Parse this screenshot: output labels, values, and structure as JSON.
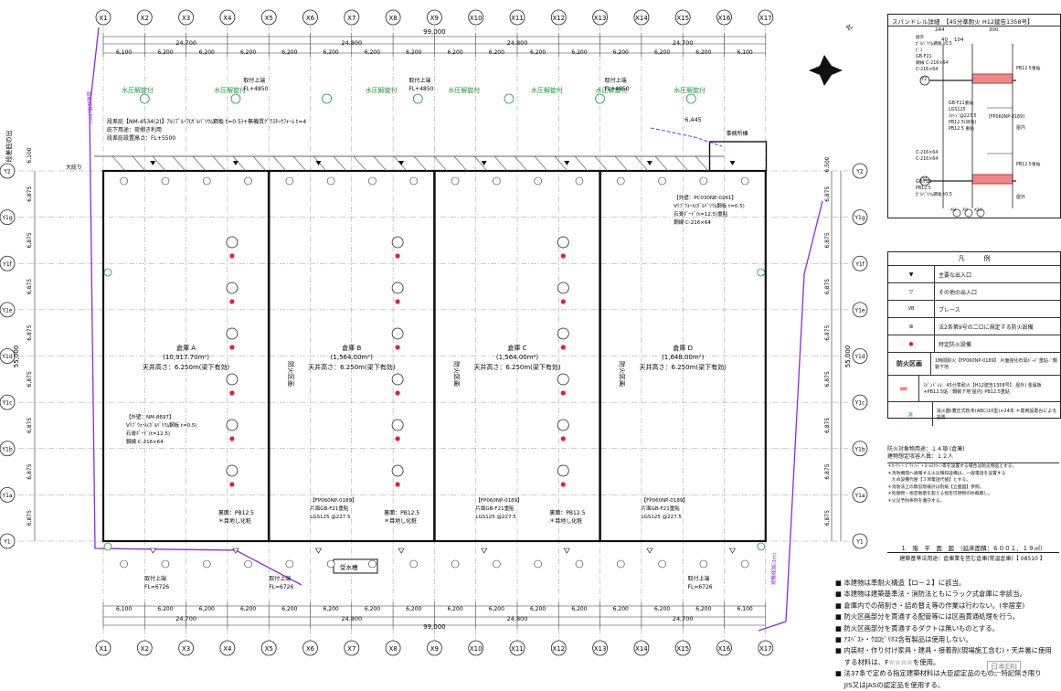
{
  "grid": {
    "x_labels": [
      "X1",
      "X2",
      "X3",
      "X4",
      "X5",
      "X6",
      "X7",
      "X8",
      "X9",
      "X10",
      "X11",
      "X12",
      "X13",
      "X14",
      "X15",
      "X16",
      "X17"
    ],
    "y_labels": [
      "Y2",
      "Y1g",
      "Y1f",
      "Y1e",
      "Y1d",
      "Y1c",
      "Y1b",
      "Y1a",
      "Y1"
    ]
  },
  "dims": {
    "total": "99,000",
    "bays": [
      "24,700",
      "24,800",
      "24,800",
      "24,700"
    ],
    "bays_bottom": [
      "24,700",
      "24,800",
      "24,800",
      "24,700"
    ],
    "spans": [
      "6,100",
      "6,200",
      "6,200",
      "6,200",
      "6,200",
      "6,200",
      "6,200",
      "6,200",
      "6,200",
      "6,200",
      "6,200",
      "6,200",
      "6,200",
      "6,200",
      "6,200",
      "6,100"
    ],
    "left_total": "55,000",
    "right_total": "55,000",
    "left_rows": [
      "6,875",
      "6,875",
      "6,875",
      "6,875",
      "6,875",
      "6,875",
      "6,875",
      "6,875"
    ],
    "top_left_6100": "6,100",
    "top_right_6500": "6,500"
  },
  "warehouses": [
    {
      "name": "倉庫 A",
      "area": "(10,917.70m²)",
      "ceiling": "天井高さ：6.250m(梁下有効)"
    },
    {
      "name": "倉庫 B",
      "area": "(1,564.00m²)",
      "ceiling": "天井高さ：6.250m(梁下有効)"
    },
    {
      "name": "倉庫 C",
      "area": "(1,564.00m²)",
      "ceiling": "天井高さ：6.250m(梁下有効)"
    },
    {
      "name": "倉庫 D",
      "area": "(1,648.00m²)",
      "ceiling": "天井高さ：6.250m(梁下有効)"
    }
  ],
  "fire_walls": [
    "防火区画",
    "防火区画",
    "防火区画"
  ],
  "hydrant_labels": [
    "水圧解錠付",
    "水圧解錠付",
    "水圧解錠付",
    "水圧解錠付",
    "水圧解錠付",
    "水圧解錠付",
    "水圧解錠付"
  ],
  "top_mount": [
    {
      "t": "取付上端",
      "v": "FL+4850"
    },
    {
      "t": "取付上端",
      "v": "FL+4850"
    },
    {
      "t": "取付上端",
      "v": "FL+4850"
    }
  ],
  "bottom_mount": [
    {
      "t": "取付上端",
      "v": "FL=6726"
    },
    {
      "t": "取付上端",
      "v": "FL=6726"
    },
    {
      "t": "取付上端",
      "v": "FL=6726"
    }
  ],
  "top_note": {
    "l1": "段差庇【NM-4534(2)】ｱﾙﾐﾌﾟﾙｰﾌ(ｶﾞﾙﾊﾞﾘｳﾑ鋼板 t=0.5)+無機質ｸﾞﾗｽﾁｯｸﾌｫｰﾑ t=4",
    "l2": "庇下用途：荷捌き利用",
    "l3": "段差庇設置高さ：FL+5500"
  },
  "side_labels": {
    "left_vert": "段差庇の出",
    "left_small": "大庇り",
    "near_top": "6,445",
    "office": "事務所棟"
  },
  "ext_wall_right": {
    "title": "【外壁：PC030NE-0261】",
    "l1": "Vﾘﾌﾞｳｫｰﾙ(ｶﾞﾙﾊﾞﾘｳﾑ鋼板 t=0.5)",
    "l2": "石膏ﾎﾞｰﾄﾞ(t=12.5)重貼",
    "l3": "鋼線 C-216×64"
  },
  "ext_wall_left": {
    "title": "【外壁：NM-8697】",
    "l1": "Vﾘﾌﾞｳｫｰﾙ(ｶﾞﾙﾊﾞﾘｳﾑ鋼板 t=0.5)",
    "l2": "石膏ﾎﾞｰﾄﾞ(t=12.5)",
    "l3": "鋼線 C-216×64"
  },
  "back_notes": [
    "裏面：PB12.5",
    "＊目地し化粧",
    "裏面：PB12.5",
    "＊目地し化粧",
    "裏面：PB12.5",
    "＊目地し化粧"
  ],
  "fp_notes": [
    {
      "a": "【FP060NP-0189】",
      "b": "片面GB-F21重貼",
      "c": "LGS125 @227.5"
    },
    {
      "a": "【FP060NP-0189】",
      "b": "片面GB-F21重貼",
      "c": "LGS125 @227.5"
    },
    {
      "a": "【FP060NP-0189】",
      "b": "片面GB-F21重貼",
      "c": "LGS125 @227.5"
    }
  ],
  "guard_room": "受水槽",
  "right_vert": "避難経路(3m)",
  "left_vert2": "避難経路(3m)",
  "spandrel": {
    "title": "スパンドレル詳細",
    "subtitle": "【45分準耐火 H12建告1358号】",
    "dims_top": [
      "244",
      "300"
    ],
    "dims_sub": [
      "40",
      "104"
    ],
    "labels1": [
      "屋外",
      "ｶﾞﾙﾊﾞﾘｳﾑ鋼板 t0.5",
      "ﾋﾞｽ",
      "GB-F21",
      "鋼線 C-216×64",
      "C-216×64"
    ],
    "labels2": [
      "PB12.5重貼",
      "GB-F21重貼",
      "LGS125",
      "ｽﾀｯﾄﾞ@227.5",
      "PB12.5(目地)",
      "PB12.5 重貼",
      "屋内"
    ],
    "red_label": "[FP060NP-0189]",
    "labels3": [
      "C-216×64",
      "C-216×64",
      "PB12.5重貼",
      "GB-F21",
      "PB12.5",
      "ｶﾞﾙﾊﾞﾘｳﾑ鋼板 t0.5",
      "屋外"
    ],
    "y2": "Y2",
    "y1": "Y1",
    "xs": [
      "X8",
      "X9",
      "X10"
    ]
  },
  "legend": {
    "title": "凡　　　例",
    "rows": [
      {
        "sym": "▼",
        "text": "主要な出入口"
      },
      {
        "sym": "▽",
        "text": "その他の出入口"
      },
      {
        "sym": "VB",
        "text": "ブレース"
      },
      {
        "sym": "⊛",
        "text": "法2条第9号の二ロに規定する防火設備"
      },
      {
        "sym": "●",
        "text": "特定防火設備"
      },
      {
        "sym": "防火区画",
        "text": "1時間耐火【FP060NP-0189】 片面強化石膏ﾎﾞｰﾄﾞ重貼／鋼製下地"
      },
      {
        "sym": "▬",
        "text": "ｽﾊﾟﾝﾄﾞﾚﾙ：45分準耐火【H12建告1358号】 屋外) 金属板+PB12.5貼／鋼製下地 屋内) PB12.5重貼"
      },
      {
        "sym": "消",
        "text": "消火器(蓄圧式粉末(ABC)10型)×24本 ＊専用設置台による設置"
      }
    ]
  },
  "info": {
    "l1": "防火対象物用途：１４項 (倉庫)",
    "l2": "建物想定収容人員：１２人",
    "notes": [
      "＊ｶｰﾃﾝ・ﾌﾞﾗｲﾝﾄﾞ・ﾛｰﾙｽｸﾘｰﾝ等を設置する場合は防炎物品とする。",
      "＊消防機関へ通報する火災報知設備は、一般電話を設置する",
      "　ため設備代替【３項電話代替】とする。",
      "＊消防法上の無窓階検討は別紙【立面図】参照。",
      "＊危険物・指定数量を超える指定可燃物の貯蔵無し。",
      "＊火災予防条例を遵守する。"
    ]
  },
  "plan_title": {
    "t1": "１　階　平　面　図　（延床面積：６００１．１９㎡）",
    "t2": "建築基準法用途：倉庫業を営む倉庫(常温倉庫)【 08510 】"
  },
  "bullets": [
    "■ 本建物は準耐火構造【ロ－２】に該当。",
    "■ 本建物は建築基準法・消防法ともにラック式倉庫に非該当。",
    "■ 倉庫内での荷割き・詰め替え等の作業は行わない。(非居室)",
    "■ 防火区画部分を貫通する配管等には区画貫通処理を行う。",
    "■ 防火区画部分を貫通するダクトは無いものとする。",
    "■ ｱｽﾍﾞｽﾄ・ｸﾛﾛﾋﾟﾘﾎｽ含有製品は使用しない。",
    "■ 内装材・作り付け家具・建具・接着剤(現場施工含む)・天井裏に使用",
    "　 する材料は、F☆☆☆☆を使用。",
    "■ 法37条で定める指定建築材料は大臣認定品のもの。特記無き限り",
    "　 JIS又はJASの認定品を使用する。"
  ],
  "corner_mark": "日本ERI",
  "north": "北"
}
